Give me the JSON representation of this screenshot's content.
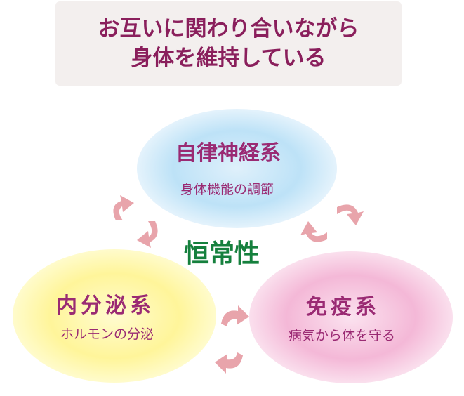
{
  "header": {
    "line1": "お互いに関わり合いながら",
    "line2": "身体を維持している"
  },
  "center": {
    "label": "恒常性"
  },
  "systems": {
    "autonomic": {
      "title": "自律神経系",
      "subtitle": "身体機能の調節"
    },
    "endocrine": {
      "title": "内分泌系",
      "subtitle": "ホルモンの分泌"
    },
    "immune": {
      "title": "免疫系",
      "subtitle": "病気から体を守る"
    }
  },
  "colors": {
    "header_text": "#8a1f5c",
    "system_text": "#9a2a73",
    "center_text": "#15803d",
    "arrow": "#e8a4ab",
    "header_bg": "#f3efee"
  },
  "icons": [
    "curved-arrow-icon"
  ]
}
